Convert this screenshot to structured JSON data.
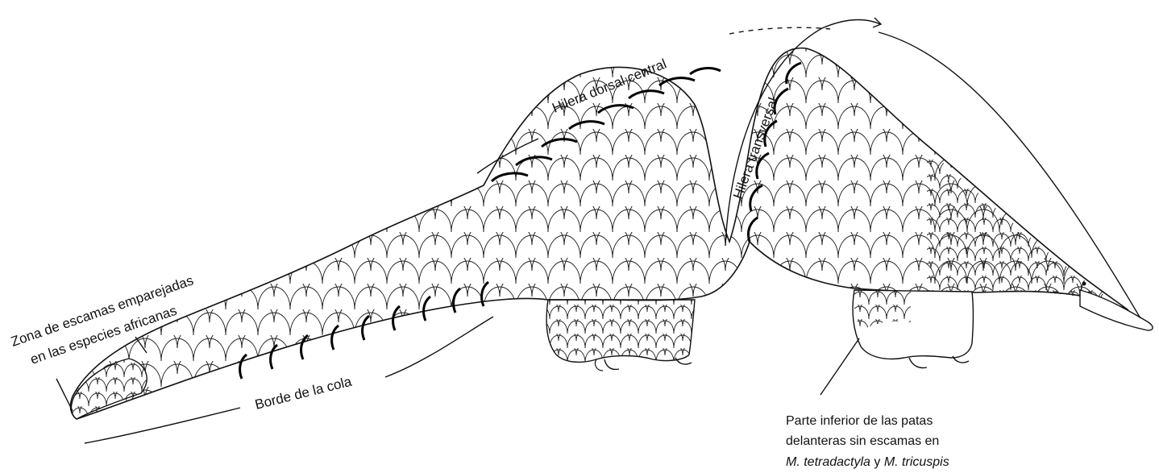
{
  "labels": {
    "dorsal_row": "Hilera dorsal central",
    "transverse_row": "Hilera transversal",
    "paired_zone_line1": "Zona de escamas emparejadas",
    "paired_zone_line2": "en las especies africanas",
    "tail_edge": "Borde de la cola",
    "legs_line1": "Parte inferior de las patas",
    "legs_line2": "delanteras sin escamas en",
    "legs_line3_species1": "M. tetradactyla",
    "legs_line3_conj": " y ",
    "legs_line3_species2": "M. tricuspis"
  }
}
